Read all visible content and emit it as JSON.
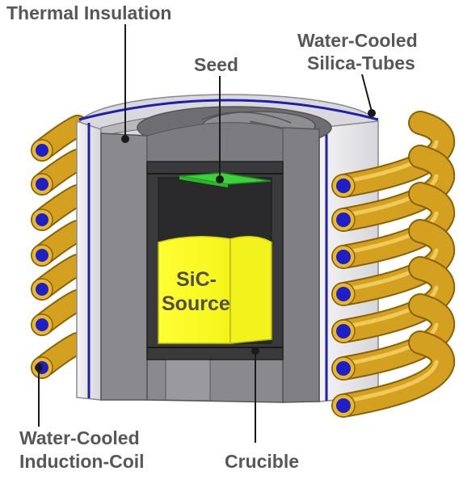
{
  "labels": {
    "thermal_insulation": "Thermal Insulation",
    "seed": "Seed",
    "silica_tubes_line1": "Water-Cooled",
    "silica_tubes_line2": "Silica-Tubes",
    "sic_source_line1": "SiC-",
    "sic_source_line2": "Source",
    "induction_coil_line1": "Water-Cooled",
    "induction_coil_line2": "Induction-Coil",
    "crucible": "Crucible"
  },
  "colors": {
    "coil_copper": "#d4a020",
    "coil_coolant": "#1f1fc8",
    "silica_tube": "#e6e6ea",
    "silica_stripe": "#1f1fa8",
    "insulation": "#8a8a8a",
    "crucible": "#3a3a3a",
    "seed": "#3ed13e",
    "sic_source": "#ffff22"
  }
}
